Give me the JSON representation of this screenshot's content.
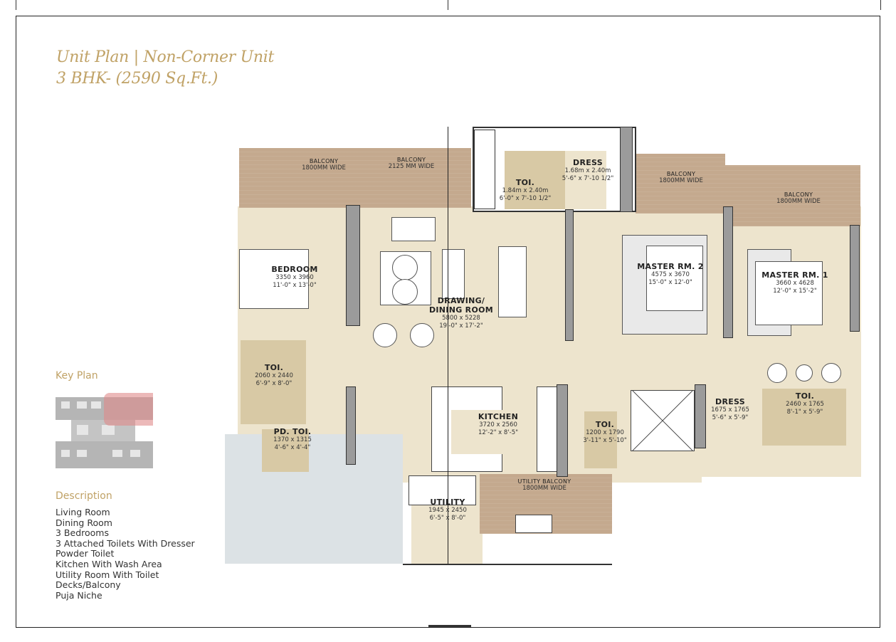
{
  "header": {
    "title_line1": "Unit Plan | Non-Corner Unit",
    "title_line2": "3 BHK- (2590 Sq.Ft.)"
  },
  "key_plan": {
    "heading": "Key Plan",
    "highlight_color": "#e08a8a"
  },
  "description": {
    "heading": "Description",
    "items": [
      "Living Room",
      "Dining Room",
      "3 Bedrooms",
      "3 Attached Toilets With Dresser",
      "Powder Toilet",
      "Kitchen With Wash Area",
      "Utility Room With Toilet",
      "Decks/Balcony",
      "Puja Niche"
    ]
  },
  "colors": {
    "accent": "#c0a266",
    "floor": "#ede4cd",
    "balcony": "#c4a98e",
    "toilet": "#d8c9a5",
    "wall": "#9b9b9b"
  },
  "plan": {
    "rooms": [
      {
        "name": "BALCONY",
        "dim1": "1800MM WIDE",
        "dim2": ""
      },
      {
        "name": "BALCONY",
        "dim1": "2125 MM WIDE",
        "dim2": ""
      },
      {
        "name": "TOI.",
        "dim1": "1.84m x 2.40m",
        "dim2": "6'-0\" x 7'-10 1/2\""
      },
      {
        "name": "DRESS",
        "dim1": "1.68m x 2.40m",
        "dim2": "5'-6\" x 7'-10 1/2\""
      },
      {
        "name": "BALCONY",
        "dim1": "1800MM WIDE",
        "dim2": ""
      },
      {
        "name": "BALCONY",
        "dim1": "1800MM WIDE",
        "dim2": ""
      },
      {
        "name": "BEDROOM",
        "dim1": "3350 x 3960",
        "dim2": "11'-0\" x 13'-0\""
      },
      {
        "name": "DRAWING/ DINING ROOM",
        "dim1": "5800 x 5228",
        "dim2": "19'-0\" x 17'-2\""
      },
      {
        "name": "MASTER RM. 2",
        "dim1": "4575 x 3670",
        "dim2": "15'-0\" x 12'-0\""
      },
      {
        "name": "MASTER RM. 1",
        "dim1": "3660 x 4628",
        "dim2": "12'-0\" x 15'-2\""
      },
      {
        "name": "TOI.",
        "dim1": "2060 x 2440",
        "dim2": "6'-9\" x 8'-0\""
      },
      {
        "name": "PD. TOI.",
        "dim1": "1370 x 1315",
        "dim2": "4'-6\" x 4'-4\""
      },
      {
        "name": "KITCHEN",
        "dim1": "3720 x 2560",
        "dim2": "12'-2\" x 8'-5\""
      },
      {
        "name": "TOI.",
        "dim1": "1200 x 1790",
        "dim2": "3'-11\" x 5'-10\""
      },
      {
        "name": "DRESS",
        "dim1": "1675 x 1765",
        "dim2": "5'-6\" x 5'-9\""
      },
      {
        "name": "TOI.",
        "dim1": "2460 x 1765",
        "dim2": "8'-1\" x 5'-9\""
      },
      {
        "name": "UTILITY BALCONY",
        "dim1": "1800MM WIDE",
        "dim2": ""
      },
      {
        "name": "UTILITY",
        "dim1": "1945 x 2450",
        "dim2": "6'-5\" x 8'-0\""
      }
    ]
  }
}
